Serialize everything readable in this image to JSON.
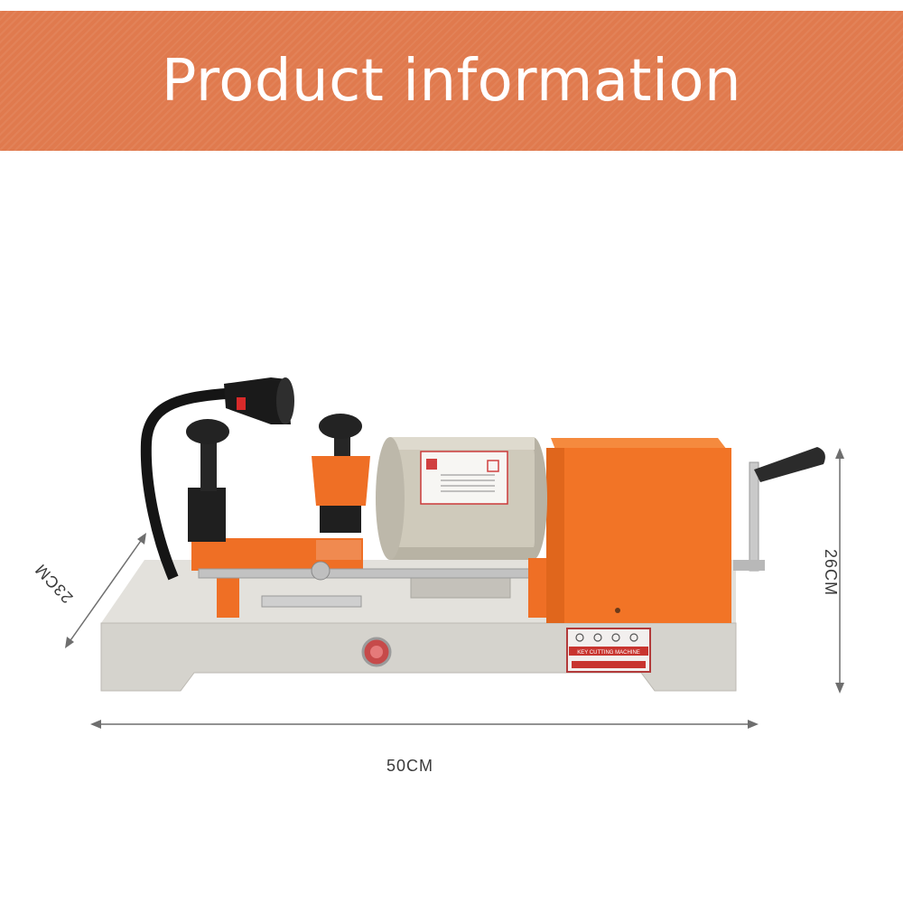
{
  "banner": {
    "title": "Product information"
  },
  "dimensions": {
    "width": "50CM",
    "height": "26CM",
    "depth": "23CM"
  },
  "product": {
    "plate_text": "KEY CUTTING MACHINE"
  },
  "colors": {
    "banner": "#e07a4e",
    "machine_orange": "#f27426",
    "base_gray": "#d5d3cd",
    "motor_gray": "#cfcabb"
  }
}
